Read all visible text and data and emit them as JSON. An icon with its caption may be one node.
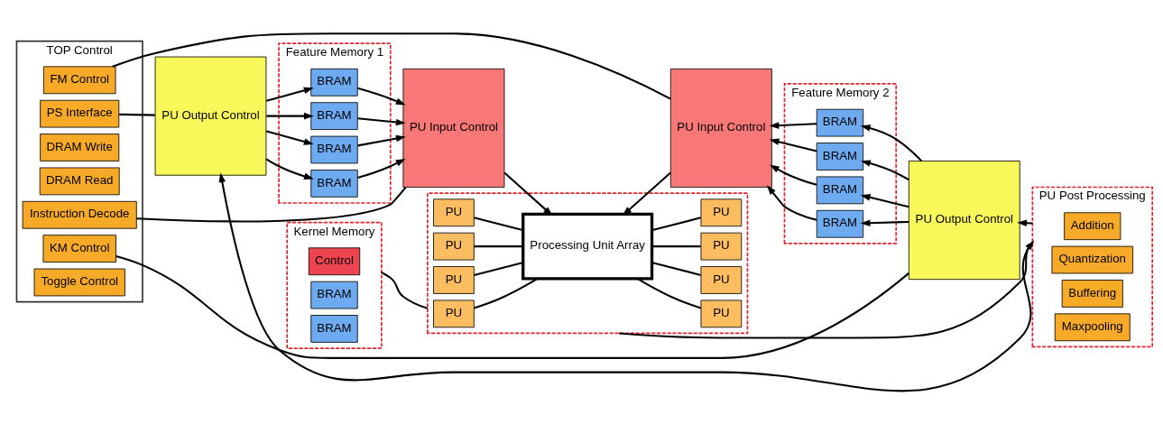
{
  "diagram": {
    "nodes": [
      {
        "text": [
          "TOP Control"
        ]
      },
      {
        "text": [
          "PS Interface"
        ],
        "in": 0
      },
      {
        "text": [
          "Instruction Decode"
        ],
        "in": 0
      },
      {
        "text": [
          "DRAM Write"
        ],
        "in": 0
      },
      {
        "text": [
          "DRAM Read"
        ],
        "in": 0
      },
      {
        "text": [
          "FM Control"
        ],
        "in": 0
      },
      {
        "text": [
          "KM Control"
        ],
        "in": 0
      },
      {
        "text": [
          "Toggle Control"
        ],
        "in": 0
      },
      {
        "text": [
          "Kernel Memory"
        ]
      },
      {
        "text": [
          "Control"
        ],
        "in": 8
      },
      {
        "text": [
          "BRAM"
        ],
        "in": 8
      },
      {
        "text": [
          "BRAM"
        ],
        "in": 8
      },
      {
        "text": [
          "PU Output Control"
        ]
      },
      {
        "text": [
          "Feature Memory 1"
        ]
      },
      {
        "text": [
          "BRAM"
        ],
        "in": 13
      },
      {
        "text": [
          "BRAM"
        ],
        "in": 13
      },
      {
        "text": [
          "BRAM"
        ],
        "in": 13
      },
      {
        "text": [
          "BRAM"
        ],
        "in": 13
      },
      {
        "text": [
          "PU Input Control"
        ]
      },
      {
        "text": [],
        "shape": "box"
      },
      {
        "text": [
          "PU"
        ],
        "in": 19
      },
      {
        "text": [
          "PU"
        ],
        "in": 19
      },
      {
        "text": [
          "PU"
        ],
        "in": 19
      },
      {
        "text": [
          "PU"
        ],
        "in": 19
      },
      {
        "text": [
          "Processing Unit Array"
        ],
        "in": 19
      },
      {
        "text": [
          "PU"
        ],
        "in": 19
      },
      {
        "text": [
          "PU"
        ],
        "in": 19
      },
      {
        "text": [
          "PU"
        ],
        "in": 19
      },
      {
        "text": [
          "PU"
        ],
        "in": 19
      },
      {
        "text": [
          "PU Input Control"
        ]
      },
      {
        "text": [
          "Feature Memory 2"
        ]
      },
      {
        "text": [
          "BRAM"
        ],
        "in": 30
      },
      {
        "text": [
          "BRAM"
        ],
        "in": 30
      },
      {
        "text": [
          "BRAM"
        ],
        "in": 30
      },
      {
        "text": [
          "BRAM"
        ],
        "in": 30
      },
      {
        "text": [
          "PU Output Control"
        ]
      },
      {
        "text": [
          "PU Post Processing"
        ]
      },
      {
        "text": [
          "Addition"
        ],
        "in": 36
      },
      {
        "text": [
          "Quantization"
        ],
        "in": 36
      },
      {
        "text": [
          "Buffering"
        ],
        "in": 36
      },
      {
        "text": [
          "Maxpooling"
        ],
        "in": 36
      }
    ],
    "edges": [
      {
        "from": 1,
        "to": 12,
        "arrow": "none"
      },
      {
        "from": 2,
        "to": 18,
        "arrow": "none"
      },
      {
        "from": 5,
        "to": 29,
        "arrow": "none"
      },
      {
        "from": 6,
        "to": 35,
        "arrow": "none"
      },
      {
        "from": 12,
        "to": 14,
        "arrow": "to"
      },
      {
        "from": 12,
        "to": 15,
        "arrow": "to"
      },
      {
        "from": 12,
        "to": 16,
        "arrow": "to"
      },
      {
        "from": 12,
        "to": 17,
        "arrow": "to"
      },
      {
        "from": 14,
        "to": 18,
        "arrow": "to"
      },
      {
        "from": 15,
        "to": 18,
        "arrow": "to"
      },
      {
        "from": 16,
        "to": 18,
        "arrow": "to"
      },
      {
        "from": 17,
        "to": 18,
        "arrow": "to"
      },
      {
        "from": 18,
        "to": 24,
        "arrow": "to"
      },
      {
        "from": 20,
        "to": 24,
        "arrow": "none"
      },
      {
        "from": 21,
        "to": 24,
        "arrow": "none"
      },
      {
        "from": 22,
        "to": 24,
        "arrow": "none"
      },
      {
        "from": 23,
        "to": 24,
        "arrow": "none"
      },
      {
        "from": 24,
        "to": 25,
        "arrow": "none"
      },
      {
        "from": 24,
        "to": 26,
        "arrow": "none"
      },
      {
        "from": 24,
        "to": 27,
        "arrow": "none"
      },
      {
        "from": 24,
        "to": 28,
        "arrow": "none"
      },
      {
        "from": 29,
        "to": 24,
        "arrow": "to"
      },
      {
        "from": 31,
        "to": 29,
        "arrow": "to"
      },
      {
        "from": 32,
        "to": 29,
        "arrow": "to"
      },
      {
        "from": 33,
        "to": 29,
        "arrow": "to"
      },
      {
        "from": 34,
        "to": 29,
        "arrow": "to"
      },
      {
        "from": 35,
        "to": 31,
        "arrow": "to"
      },
      {
        "from": 35,
        "to": 32,
        "arrow": "to"
      },
      {
        "from": 35,
        "to": 33,
        "arrow": "to"
      },
      {
        "from": 35,
        "to": 34,
        "arrow": "to"
      },
      {
        "from": 19,
        "to": 36,
        "arrow": "to"
      },
      {
        "from": 8,
        "to": 19,
        "arrow": "none"
      },
      {
        "from": 36,
        "to": 12,
        "arrow": "to"
      },
      {
        "from": 36,
        "to": 35,
        "arrow": "to"
      }
    ]
  }
}
